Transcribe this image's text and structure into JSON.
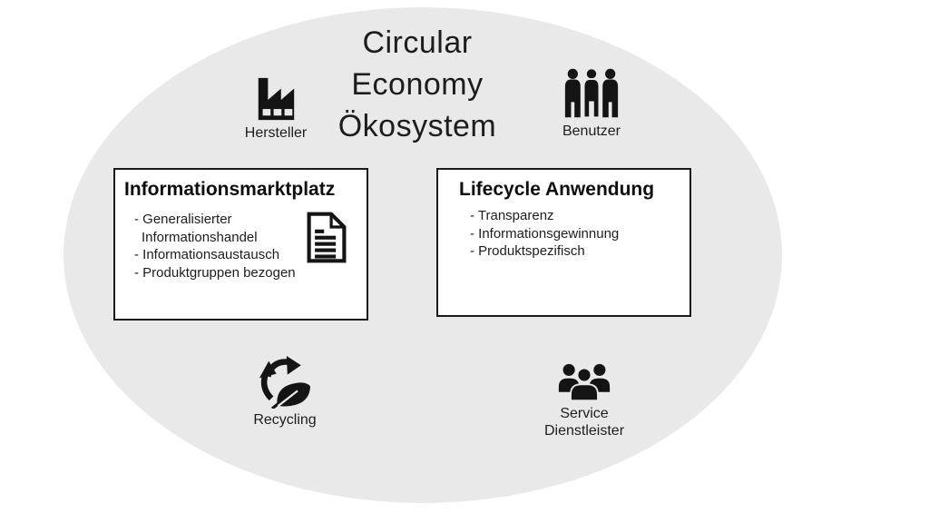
{
  "title": {
    "line1": "Circular",
    "line2": "Economy",
    "line3": "Ökosystem"
  },
  "stakeholders": {
    "hersteller": {
      "label": "Hersteller",
      "icon": "factory-icon"
    },
    "benutzer": {
      "label": "Benutzer",
      "icon": "people-standing-icon"
    },
    "recycling": {
      "label": "Recycling",
      "icon": "recycling-leaf-icon"
    },
    "service": {
      "label_line1": "Service",
      "label_line2": "Dienstleister",
      "icon": "people-group-icon"
    }
  },
  "boxes": {
    "marketplace": {
      "title": "Informationsmarktplatz",
      "lines": [
        "- Generalisierter",
        "Informationshandel",
        "- Informationsaustausch",
        "- Produktgruppen bezogen"
      ],
      "icon": "document-icon"
    },
    "lifecycle": {
      "title": "Lifecycle Anwendung",
      "lines": [
        "- Transparenz",
        "- Informationsgewinnung",
        "- Produktspezifisch"
      ]
    }
  },
  "colors": {
    "ellipse_fill": "#e9e9e9",
    "background": "#ffffff",
    "ink": "#141414",
    "box_fill": "#ffffff",
    "box_border": "#1a1a1a"
  }
}
